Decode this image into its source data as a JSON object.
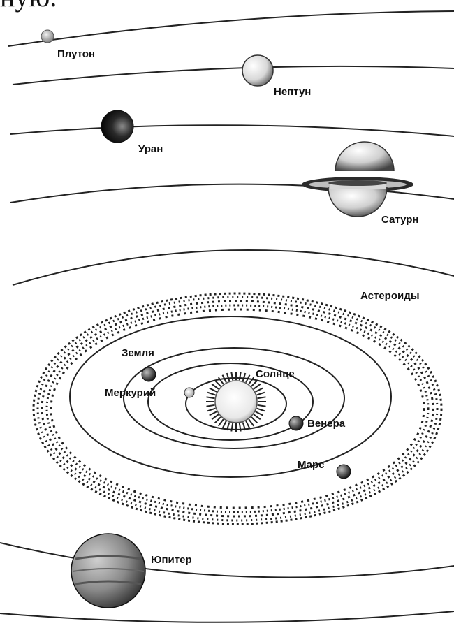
{
  "top_text": "ную.",
  "labels": {
    "pluto": "Плутон",
    "neptune": "Нептун",
    "uranus": "Уран",
    "saturn": "Сатурн",
    "asteroids": "Астероиды",
    "earth": "Земля",
    "sun": "Солнце",
    "mercury": "Меркурий",
    "venus": "Венера",
    "mars": "Марс",
    "jupiter": "Юпитер"
  },
  "colors": {
    "ink": "#111111",
    "orbit": "#222222",
    "background": "#ffffff"
  }
}
